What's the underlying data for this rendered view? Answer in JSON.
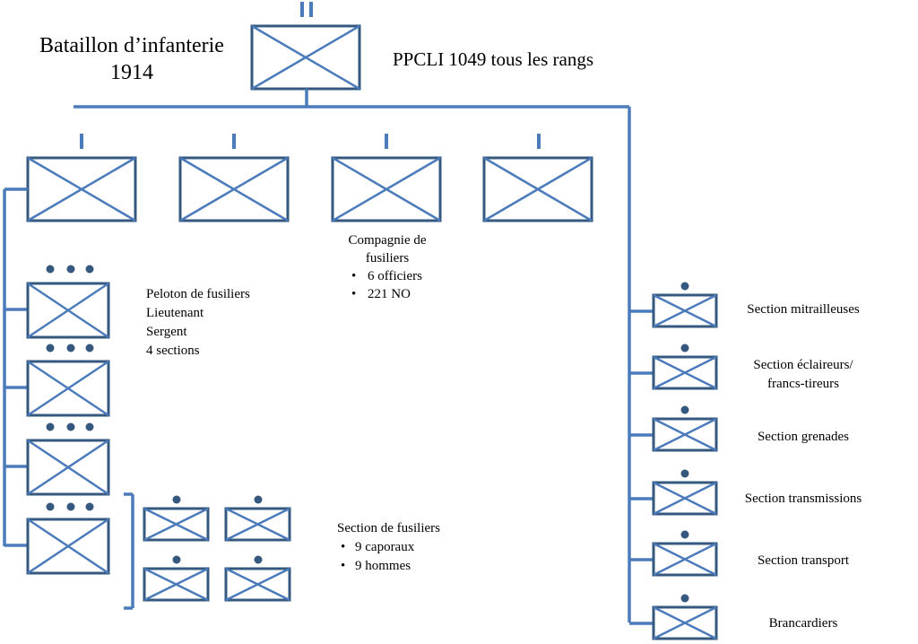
{
  "colors": {
    "line": "#4B7BBB",
    "box_border": "#35587F",
    "dot": "#35587F",
    "text": "#000000"
  },
  "title": {
    "line1": "Bataillon d’infanterie",
    "line2": "1914"
  },
  "battalion_label": "PPCLI 1049 tous les rangs",
  "company": {
    "line1": "Compagnie de",
    "line2": "fusiliers",
    "bullets": [
      "6 officiers",
      "221 NO"
    ]
  },
  "platoon": {
    "lines": [
      "Peloton de fusiliers",
      "Lieutenant",
      "Sergent",
      "4 sections"
    ]
  },
  "rifle_section": {
    "title": "Section de fusiliers",
    "bullets": [
      "9 caporaux",
      "9 hommes"
    ]
  },
  "support_sections": [
    {
      "line1": "Section mitrailleuses",
      "line2": ""
    },
    {
      "line1": "Section éclaireurs/",
      "line2": "francs-tireurs"
    },
    {
      "line1": "Section grenades",
      "line2": ""
    },
    {
      "line1": "Section transmissions",
      "line2": ""
    },
    {
      "line1": "Section transport",
      "line2": ""
    },
    {
      "line1": "Brancardiers",
      "line2": ""
    }
  ]
}
